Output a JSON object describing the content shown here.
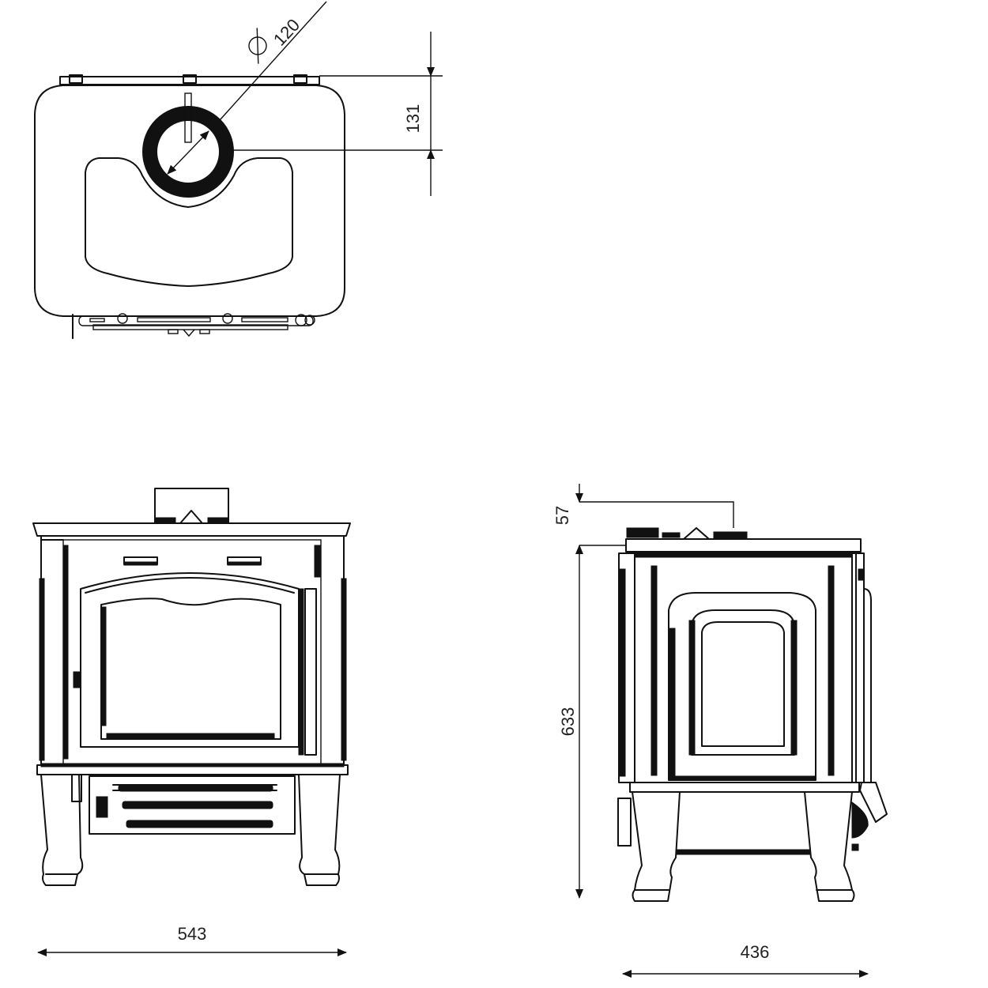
{
  "top_view": {
    "flue_diameter_symbol": "Ø",
    "flue_diameter": "120",
    "flue_offset": "131"
  },
  "front_view": {
    "width": "543"
  },
  "side_view": {
    "flue_height": "57",
    "height": "633",
    "depth": "436"
  }
}
